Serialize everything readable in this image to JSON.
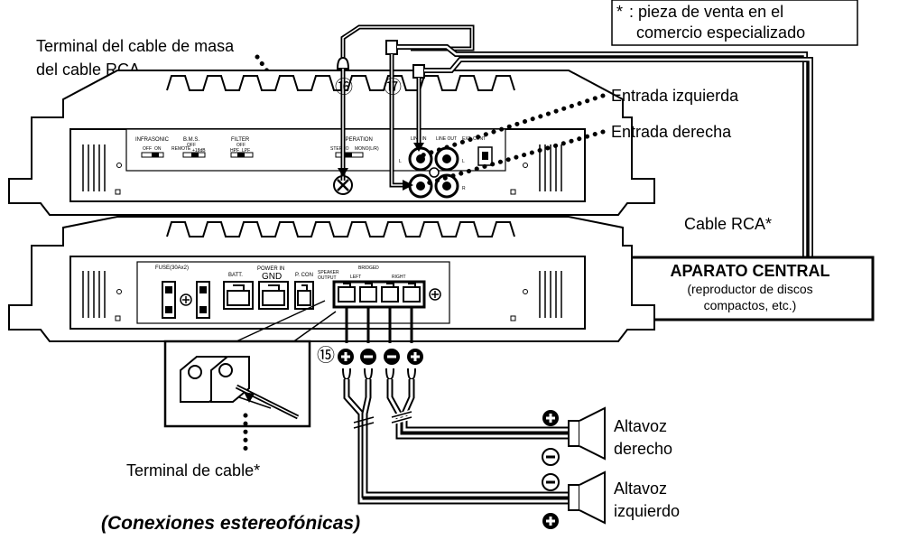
{
  "note": {
    "marker": "*",
    "line1": ": pieza de venta en el",
    "line2": "comercio especializado"
  },
  "labels": {
    "ground_terminal_1": "Terminal del cable de masa",
    "ground_terminal_2": "del cable RCA",
    "left_input": "Entrada izquierda",
    "right_input": "Entrada derecha",
    "rca_cable": "Cable RCA*",
    "cable_terminal": "Terminal de cable*",
    "speaker_right_1": "Altavoz",
    "speaker_right_2": "derecho",
    "speaker_left_1": "Altavoz",
    "speaker_left_2": "izquierdo",
    "caption": "(Conexiones estereofónicas)"
  },
  "head_unit": {
    "title": "APARATO CENTRAL",
    "sub1": "(reproductor de discos",
    "sub2": "compactos, etc.)"
  },
  "callouts": {
    "n15": "⑮",
    "n16": "⑯",
    "n17": "⑰"
  },
  "panel_top": {
    "infrasonic": "INFRASONIC",
    "bms": "B.M.S.",
    "filter": "FILTER",
    "operation": "OPERATION",
    "off": "OFF",
    "on": "ON",
    "remote": "REMOTE",
    "off2": "OFF",
    "db": "+18dB",
    "off3": "OFF",
    "hpf": "HPF",
    "lpf": "LPF",
    "stereo": "STEREO",
    "mono": "MONO(L/R)",
    "line_in": "LINE IN",
    "line_out": "LINE OUT",
    "ext": "EXT. CONT",
    "l": "L",
    "r": "R"
  },
  "panel_bottom": {
    "fuse": "FUSE(30Ax2)",
    "batt": "BATT.",
    "power_in": "POWER IN",
    "gnd": "GND",
    "pcon": "P. CON",
    "speaker_output_1": "SPEAKER",
    "speaker_output_2": "OUTPUT",
    "bridged": "BRIDGED",
    "left": "LEFT",
    "right": "RIGHT"
  }
}
